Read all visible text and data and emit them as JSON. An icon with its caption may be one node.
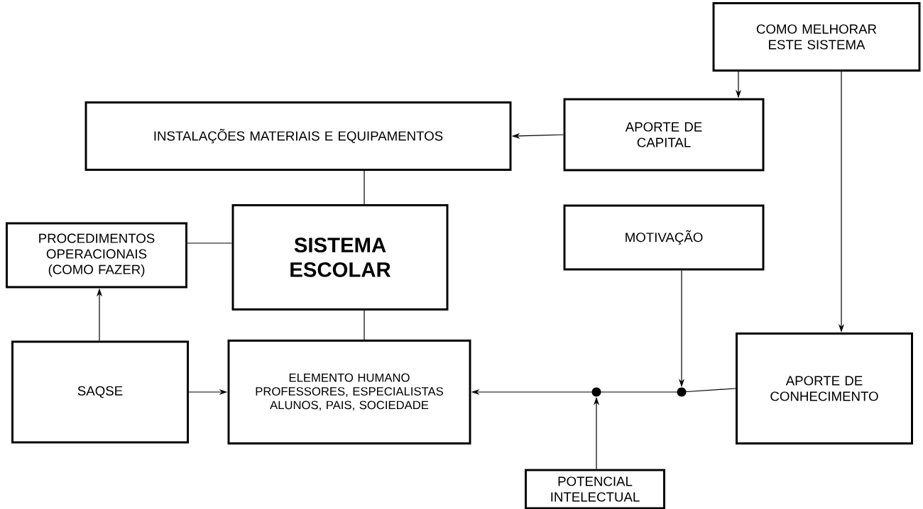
{
  "diagram": {
    "nodes": [
      {
        "text": [
          "COMO MELHORAR ESTE SISTEMA"
        ]
      },
      {
        "text": [
          "INSTALAÇÕES MATERIAIS E EQUIPAMENTOS"
        ]
      },
      {
        "text": [
          "APORTE DE CAPITAL"
        ]
      },
      {
        "text": [
          "PROCEDIMENTOS OPERACIONAIS (COMO FAZER)"
        ]
      },
      {
        "text": [
          "SISTEMA ESCOLAR"
        ]
      },
      {
        "text": [
          "MOTIVAÇÃO"
        ]
      },
      {
        "text": [
          "SAQSE"
        ]
      },
      {
        "text": [
          "ELEMENTO HUMANO PROFESSORES, ESPECIALISTAS ALUNOS, PAIS, SOCIEDADE"
        ]
      },
      {
        "text": [
          "APORTE DE CONHECIMENTO"
        ]
      },
      {
        "text": [
          "POTENCIAL INTELECTUAL"
        ]
      },
      {
        "text": [],
        "shape": "circle"
      },
      {
        "text": [],
        "shape": "circle"
      }
    ],
    "edges": [
      {
        "from": 0,
        "to": 2,
        "arrow": "to"
      },
      {
        "from": 0,
        "to": 8,
        "arrow": "to"
      },
      {
        "from": 2,
        "to": 1,
        "arrow": "to"
      },
      {
        "from": 1,
        "to": 4,
        "arrow": "none"
      },
      {
        "from": 3,
        "to": 4,
        "arrow": "none"
      },
      {
        "from": 4,
        "to": 7,
        "arrow": "none"
      },
      {
        "from": 6,
        "to": 3,
        "arrow": "to"
      },
      {
        "from": 6,
        "to": 7,
        "arrow": "to"
      },
      {
        "from": 8,
        "to": 11,
        "arrow": "none"
      },
      {
        "from": 11,
        "to": 10,
        "arrow": "none"
      },
      {
        "from": 10,
        "to": 7,
        "arrow": "to"
      },
      {
        "from": 5,
        "to": 11,
        "arrow": "to"
      },
      {
        "from": 9,
        "to": 10,
        "arrow": "to"
      }
    ]
  }
}
